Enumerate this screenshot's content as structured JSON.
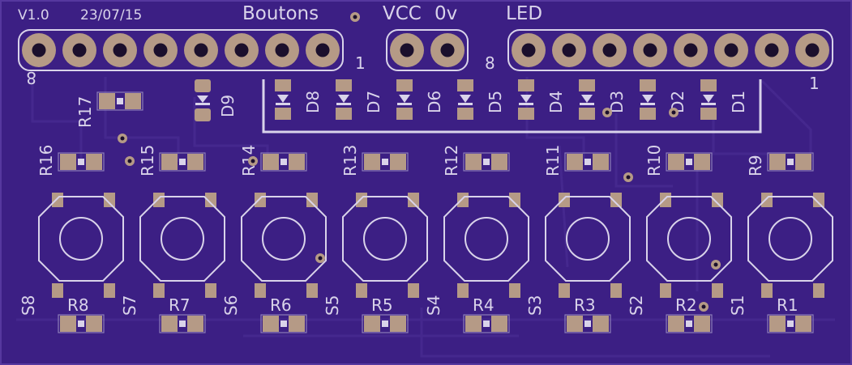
{
  "colors": {
    "board": "#3c1f84",
    "board_edge": "#56389f",
    "trace": "#45288e",
    "silk": "#d9d3ea",
    "pad": "#b59a86",
    "pad_dark": "#8d7462",
    "hole": "#1b0f2c"
  },
  "header_text": {
    "version": "V1.0",
    "date": "23/07/15",
    "buttons": "Boutons",
    "vcc": "VCC",
    "zero_v": "0v",
    "led": "LED"
  },
  "pin_numbers": {
    "buttons_left": "8",
    "buttons_right": "1",
    "led_left": "8",
    "led_right": "1"
  },
  "leds": [
    "D8",
    "D7",
    "D6",
    "D5",
    "D4",
    "D3",
    "D2",
    "D1"
  ],
  "led_extra": {
    "label": "D9",
    "resistor": "R17"
  },
  "top_resistors": [
    "R16",
    "R15",
    "R14",
    "R13",
    "R12",
    "R11",
    "R10",
    "R9"
  ],
  "switches": [
    "S8",
    "S7",
    "S6",
    "S5",
    "S4",
    "S3",
    "S2",
    "S1"
  ],
  "bottom_resistors": [
    "R8",
    "R7",
    "R6",
    "R5",
    "R4",
    "R3",
    "R2",
    "R1"
  ]
}
